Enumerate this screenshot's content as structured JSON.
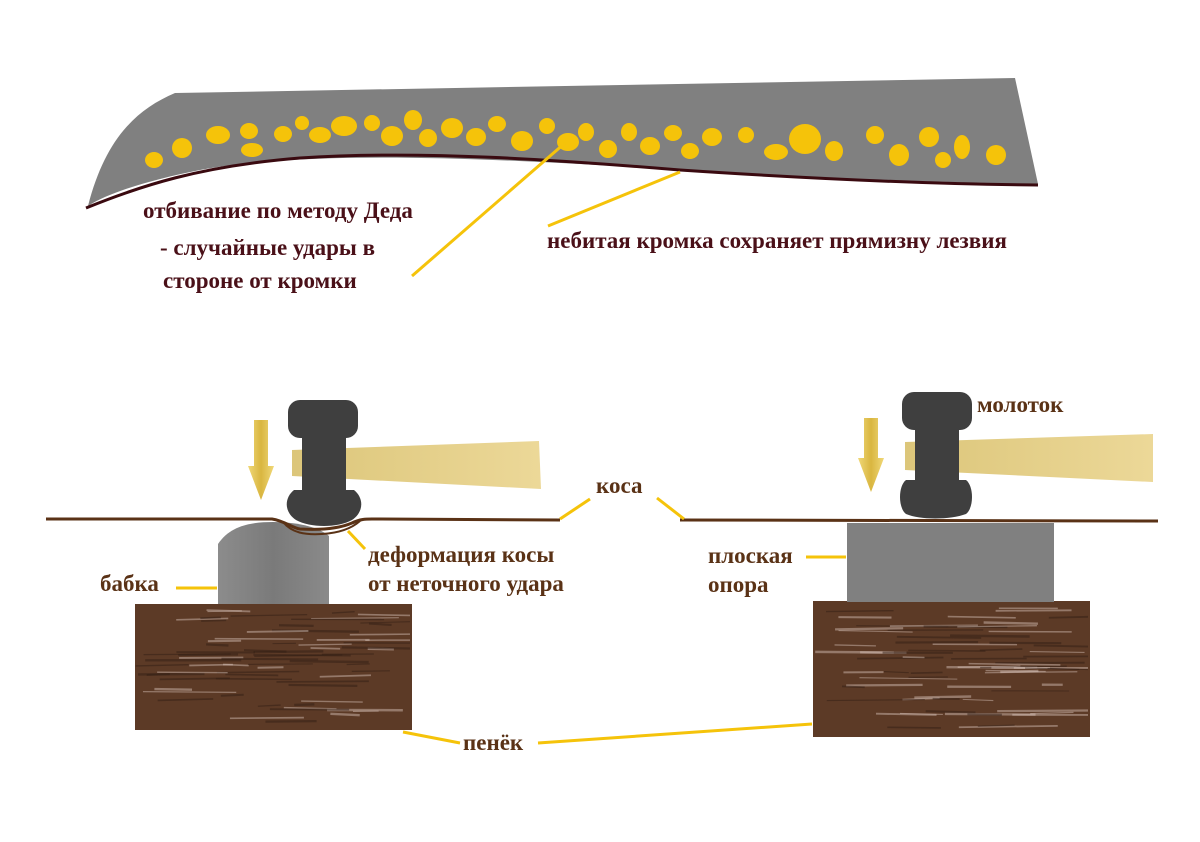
{
  "labels": {
    "method_title": "отбивание по методу Деда",
    "random_hits_line1": "- случайные удары в",
    "random_hits_line2": "стороне от кромки",
    "edge_note": "небитая  кромка сохраняет прямизну лезвия",
    "hammer": "молоток",
    "scythe": "коса",
    "deformation_line1": "деформация косы",
    "deformation_line2": "от неточного удара",
    "anvil": "бабка",
    "flat_support_line1": "плоская",
    "flat_support_line2": "опора",
    "stump": "пенёк"
  },
  "colors": {
    "blade": "#808080",
    "blade_edge": "#3a0a10",
    "hit_marks": "#f5c30a",
    "leader_lines": "#f5c30a",
    "hammer_head": "#3f3f3f",
    "hammer_handle": "#e8d48a",
    "arrow": "#e8c850",
    "anvil": "#808080",
    "stump": "#5c3a26",
    "text_top": "#4a1018",
    "text_bottom": "#5a3216"
  }
}
